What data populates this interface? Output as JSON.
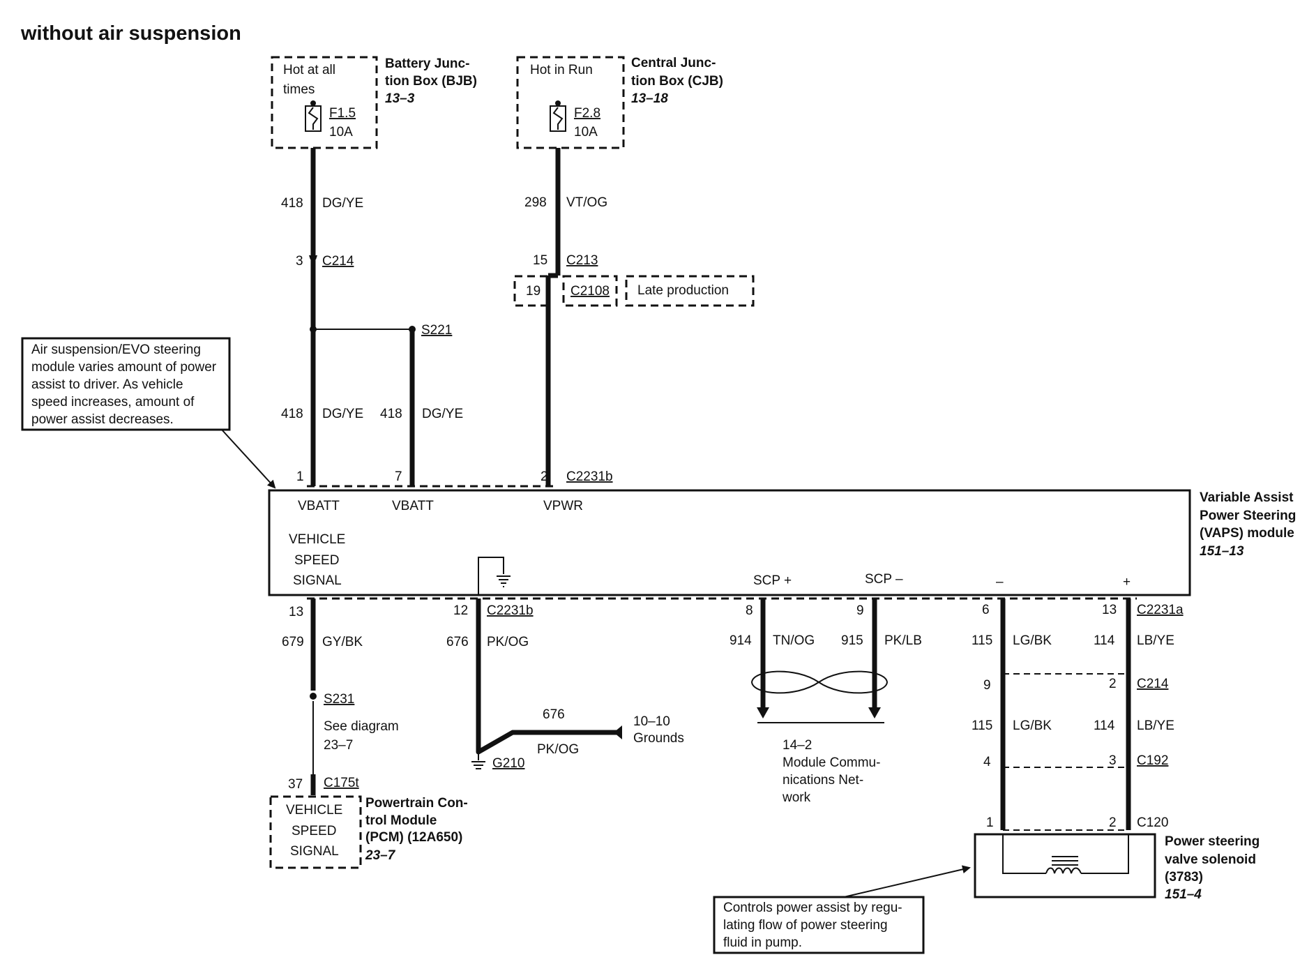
{
  "title": "without air suspension",
  "bjb": {
    "box_text_1": "Hot at all",
    "box_text_2": "times",
    "fuse": "F1.5",
    "rating": "10A",
    "name_1": "Battery Junc-",
    "name_2": "tion Box (BJB)",
    "ref": "13–3"
  },
  "cjb": {
    "box_text": "Hot in Run",
    "fuse": "F2.8",
    "rating": "10A",
    "name_1": "Central Junc-",
    "name_2": "tion Box (CJB)",
    "ref": "13–18"
  },
  "wire_418_top": {
    "circuit": "418",
    "color": "DG/YE"
  },
  "wire_298": {
    "circuit": "298",
    "color": "VT/OG"
  },
  "c214_top": {
    "pin": "3",
    "connector": "C214"
  },
  "c213": {
    "pin": "15",
    "connector": "C213"
  },
  "c2108": {
    "pin": "19",
    "connector": "C2108",
    "note": "Late production"
  },
  "s221": {
    "label": "S221"
  },
  "wire_418_a": {
    "circuit": "418",
    "color": "DG/YE"
  },
  "wire_418_b": {
    "circuit": "418",
    "color": "DG/YE"
  },
  "c2231b_top": {
    "pin_1": "1",
    "pin_7": "7",
    "pin_2": "2",
    "connector": "C2231b"
  },
  "callout_air": {
    "lines": [
      "Air suspension/EVO steering",
      "module varies amount of power",
      "assist to driver. As vehicle",
      "speed increases, amount of",
      "power assist decreases."
    ]
  },
  "vaps": {
    "vbatt_1": "VBATT",
    "vbatt_2": "VBATT",
    "vpwr": "VPWR",
    "vss_1": "VEHICLE",
    "vss_2": "SPEED",
    "vss_3": "SIGNAL",
    "scp_plus": "SCP +",
    "scp_minus": "SCP –",
    "minus": "–",
    "plus": "+",
    "name_1": "Variable Assist",
    "name_2": "Power Steering",
    "name_3": "(VAPS) module",
    "ref": "151–13"
  },
  "bottom_left": {
    "pin_13": "13",
    "pin_12": "12",
    "connector": "C2231b",
    "c679": "679",
    "col679": "GY/BK",
    "c676": "676",
    "col676": "PK/OG"
  },
  "s231": {
    "label": "S231",
    "see_1": "See diagram",
    "see_2": "23–7"
  },
  "c175t": {
    "pin": "37",
    "connector": "C175t"
  },
  "pcm": {
    "box_1": "VEHICLE",
    "box_2": "SPEED",
    "box_3": "SIGNAL",
    "name_1": "Powertrain Con-",
    "name_2": "trol Module",
    "name_3": "(PCM) (12A650)",
    "ref": "23–7"
  },
  "g210": {
    "label": "G210",
    "circuit": "676",
    "color": "PK/OG",
    "dest_1": "10–10",
    "dest_2": "Grounds"
  },
  "scp": {
    "pin_8": "8",
    "pin_9": "9",
    "c914": "914",
    "col914": "TN/OG",
    "c915": "915",
    "col915": "PK/LB",
    "net_1": "14–2",
    "net_2": "Module Commu-",
    "net_3": "nications Net-",
    "net_4": "work"
  },
  "right": {
    "pin_6": "6",
    "pin_13": "13",
    "c2231a": "C2231a",
    "c115": "115",
    "col115": "LG/BK",
    "c114": "114",
    "col114": "LB/YE",
    "pin_9": "9",
    "pin_2": "2",
    "c214": "C214",
    "c115b": "115",
    "col115b": "LG/BK",
    "c114b": "114",
    "col114b": "LB/YE",
    "pin_4": "4",
    "pin_3": "3",
    "c192": "C192",
    "pin_1": "1",
    "pin_2b": "2",
    "c120": "C120"
  },
  "solenoid": {
    "name_1": "Power steering",
    "name_2": "valve solenoid",
    "name_3": "(3783)",
    "ref": "151–4"
  },
  "callout_sol": {
    "lines": [
      "Controls power assist by regu-",
      "lating flow of power steering",
      "fluid in pump."
    ]
  }
}
